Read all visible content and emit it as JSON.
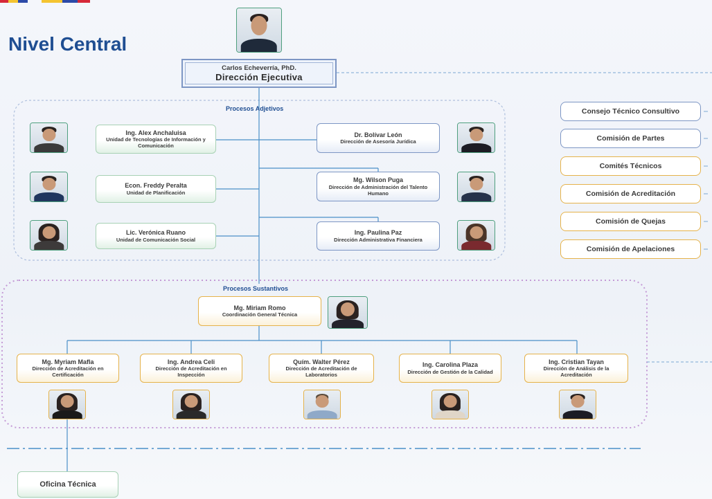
{
  "page_title": "Nivel Central",
  "executive": {
    "name": "Carlos Echeverría, PhD.",
    "title": "Dirección Ejecutiva"
  },
  "adjetivos": {
    "title": "Procesos Adjetivos",
    "left": [
      {
        "name": "Ing. Alex Anchaluisa",
        "unit": "Unidad de Tecnologías de Información y Comunicación"
      },
      {
        "name": "Econ. Freddy Peralta",
        "unit": "Unidad de Planificación"
      },
      {
        "name": "Lic. Verónica Ruano",
        "unit": "Unidad de Comunicación Social"
      }
    ],
    "right": [
      {
        "name": "Dr. Bolívar León",
        "unit": "Dirección de Asesoría Jurídica"
      },
      {
        "name": "Mg. Wilson Puga",
        "unit": "Dirección de Administración del Talento Humano"
      },
      {
        "name": "Ing. Paulina Paz",
        "unit": "Dirección Administrativa Financiera"
      }
    ]
  },
  "sustantivos": {
    "title": "Procesos Sustantivos",
    "coordinator": {
      "name": "Mg. Miriam Romo",
      "unit": "Coordinación General Técnica"
    },
    "directions": [
      {
        "name": "Mg. Myriam Mafla",
        "unit": "Dirección de Acreditación en Certificación"
      },
      {
        "name": "Ing. Andrea Celi",
        "unit": "Dirección de Acreditación en Inspección"
      },
      {
        "name": "Quím. Walter Pérez",
        "unit": "Dirección de Acreditación de Laboratorios"
      },
      {
        "name": "Ing. Carolina Plaza",
        "unit": "Dirección de Gestión de la Calidad"
      },
      {
        "name": "Ing. Cristian Tayan",
        "unit": "Dirección de Análisis de la Acreditación"
      }
    ]
  },
  "committees": [
    {
      "label": "Consejo Técnico Consultivo",
      "style": "blue"
    },
    {
      "label": "Comisión de Partes",
      "style": "blue"
    },
    {
      "label": "Comités Técnicos",
      "style": "gold"
    },
    {
      "label": "Comisión de Acreditación",
      "style": "gold"
    },
    {
      "label": "Comisión de Quejas",
      "style": "gold"
    },
    {
      "label": "Comisión de Apelaciones",
      "style": "gold"
    }
  ],
  "office": {
    "label": "Oficina Técnica"
  },
  "colors": {
    "title_blue": "#1f4e92",
    "green_border": "#a7d1b4",
    "blue_border": "#7d96c4",
    "gold_border": "#e5b24a",
    "connector": "#4a8fc8"
  }
}
